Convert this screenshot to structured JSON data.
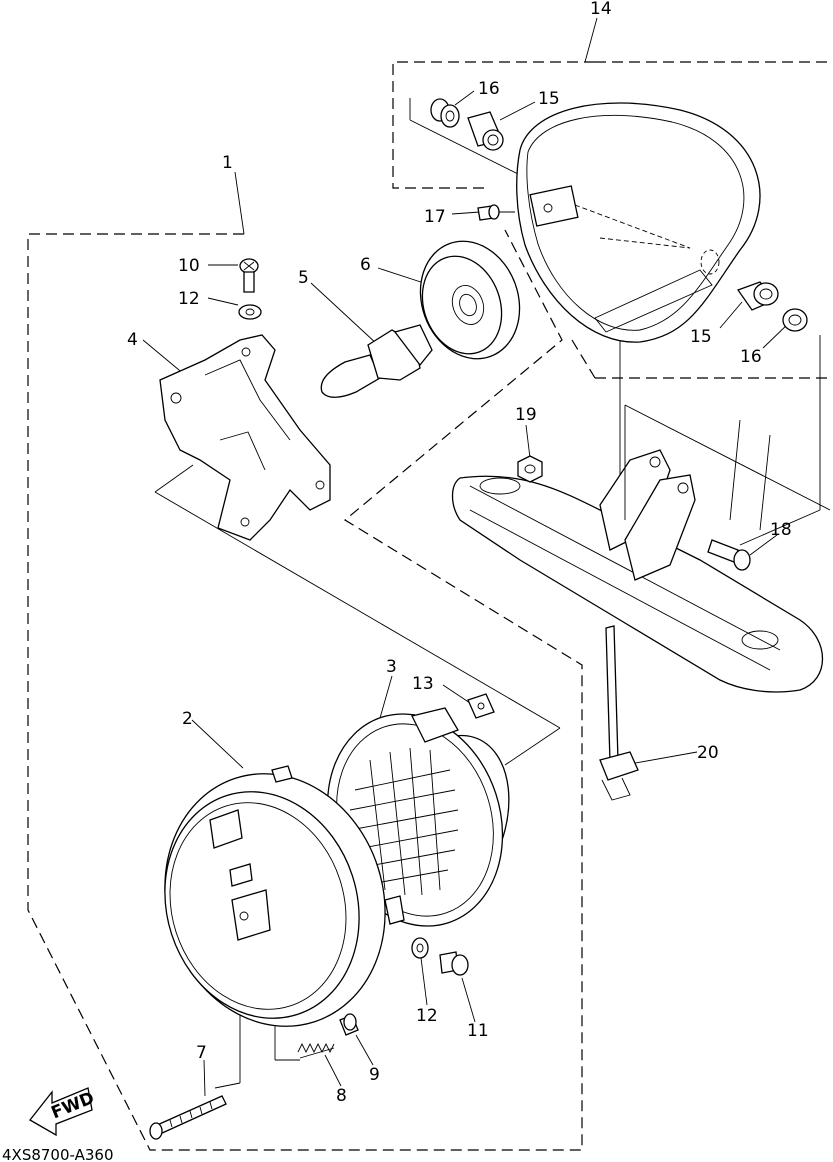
{
  "diagram": {
    "code": "4XS8700-A360",
    "fwd_label": "FWD",
    "callouts": {
      "c1": "1",
      "c2": "2",
      "c3": "3",
      "c4": "4",
      "c5": "5",
      "c6": "6",
      "c7": "7",
      "c8": "8",
      "c9": "9",
      "c10": "10",
      "c11": "11",
      "c12a": "12",
      "c12b": "12",
      "c13": "13",
      "c14": "14",
      "c15a": "15",
      "c15b": "15",
      "c16a": "16",
      "c16b": "16",
      "c17": "17",
      "c18": "18",
      "c19": "19",
      "c20": "20"
    }
  }
}
